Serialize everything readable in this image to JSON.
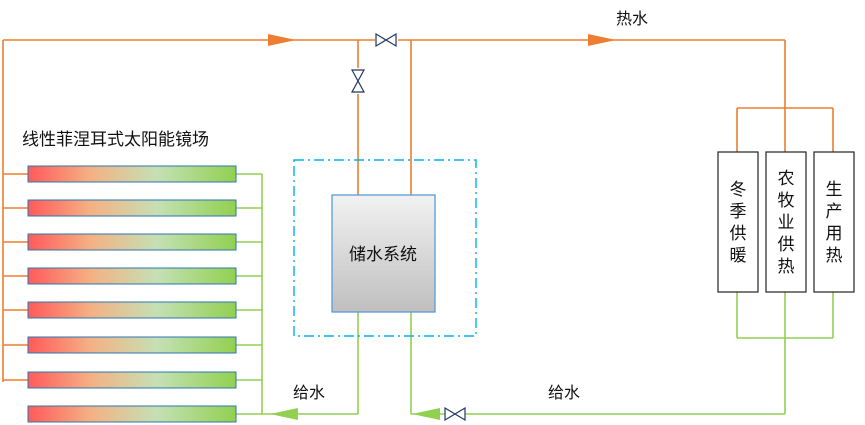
{
  "field_label": "线性菲涅耳式太阳能镜场",
  "hot_water_label": "热水",
  "storage_label": "储水系统",
  "supply_water_left": "给水",
  "supply_water_right": "给水",
  "consumers": [
    {
      "label": "冬季供暖"
    },
    {
      "label": "农牧业供热"
    },
    {
      "label": "生产用热"
    }
  ],
  "collector_count": 8,
  "colors": {
    "hot_line": "#ED7D31",
    "cold_line": "#92D050",
    "collector_gradient": [
      "#FF5A5A",
      "#F4B183",
      "#C5E0B4",
      "#92D050"
    ],
    "storage_box_border": "#2E75B6",
    "dashed_border": "#00B0F0"
  }
}
